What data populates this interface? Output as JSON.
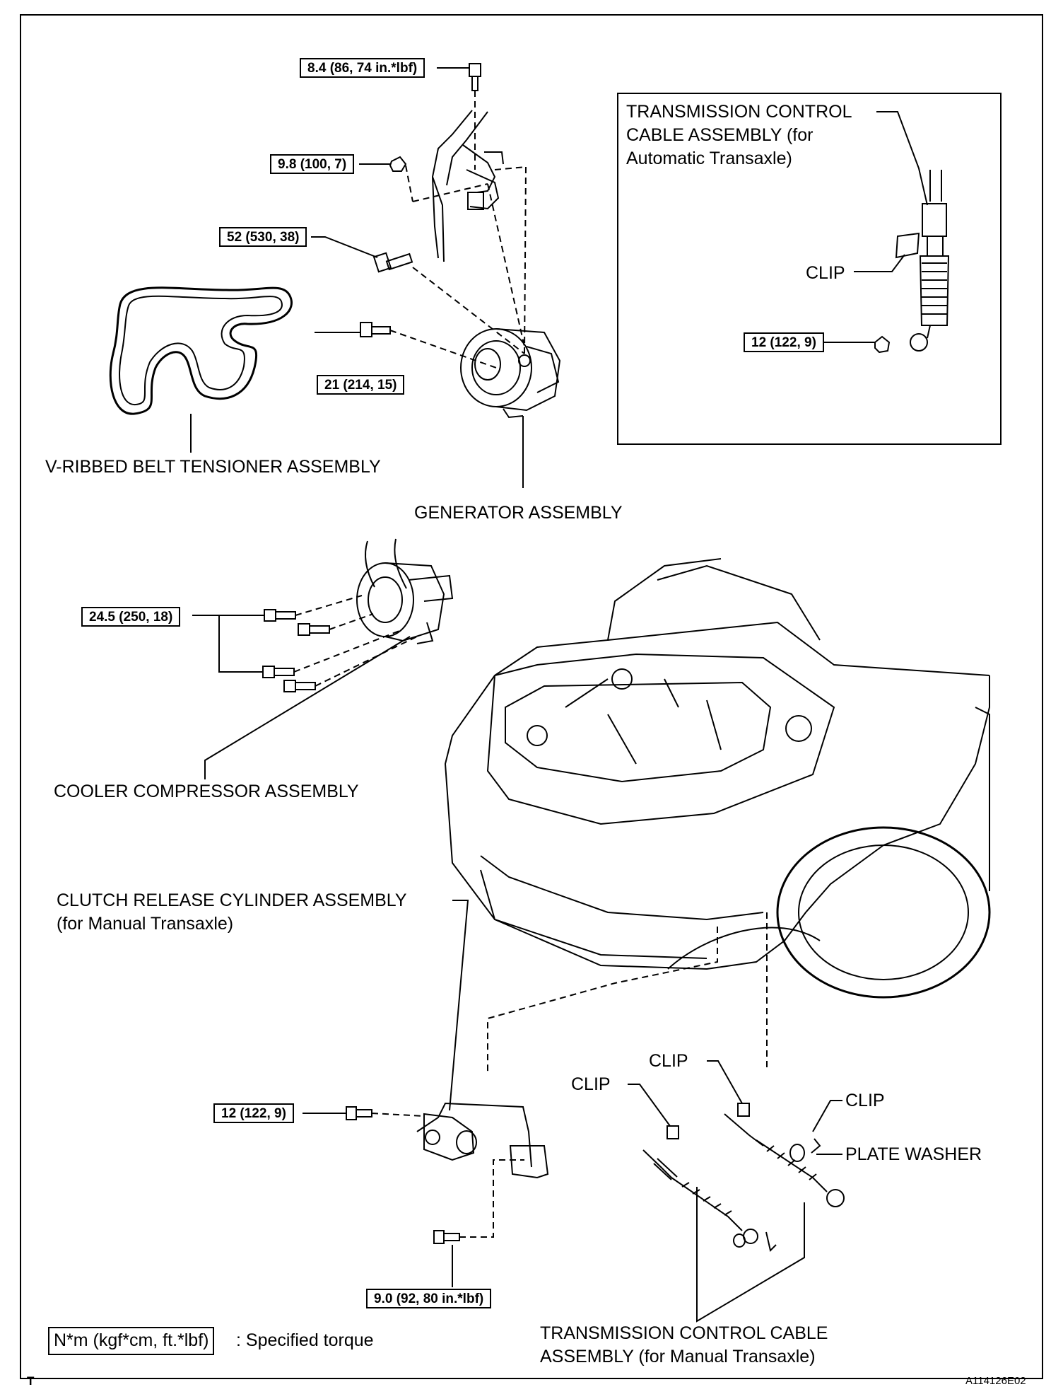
{
  "torque_callouts": [
    {
      "id": "tq-generator-top-bolt",
      "text": "8.4 (86, 74 in.*lbf)"
    },
    {
      "id": "tq-generator-nut",
      "text": "9.8 (100, 7)"
    },
    {
      "id": "tq-generator-long-bolt",
      "text": "52 (530, 38)"
    },
    {
      "id": "tq-generator-lower-bolt",
      "text": "21 (214, 15)"
    },
    {
      "id": "tq-inset-nut",
      "text": "12 (122, 9)"
    },
    {
      "id": "tq-compressor-bolts",
      "text": "24.5 (250, 18)"
    },
    {
      "id": "tq-clutch-bolt",
      "text": "12 (122, 9)"
    },
    {
      "id": "tq-bracket-bolt",
      "text": "9.0 (92, 80 in.*lbf)"
    }
  ],
  "part_labels": {
    "belt_tensioner": "V-RIBBED BELT TENSIONER ASSEMBLY",
    "generator": "GENERATOR ASSEMBLY",
    "cooler_compressor": "COOLER COMPRESSOR ASSEMBLY",
    "clutch_release_line1": "CLUTCH RELEASE CYLINDER ASSEMBLY",
    "clutch_release_line2": "(for Manual Transaxle)",
    "inset_cable_line1": "TRANSMISSION CONTROL",
    "inset_cable_line2": "CABLE ASSEMBLY (for",
    "inset_cable_line3": "Automatic Transaxle)",
    "inset_clip": "CLIP",
    "clip_a": "CLIP",
    "clip_b": "CLIP",
    "clip_c": "CLIP",
    "plate_washer": "PLATE WASHER",
    "manual_cable_line1": "TRANSMISSION CONTROL CABLE",
    "manual_cable_line2": "ASSEMBLY (for Manual Transaxle)"
  },
  "legend": {
    "unit_box": "N*m (kgf*cm, ft.*lbf)",
    "meaning": ": Specified torque"
  },
  "footer": {
    "left_mark": "T",
    "figure_code": "A114126E02"
  }
}
